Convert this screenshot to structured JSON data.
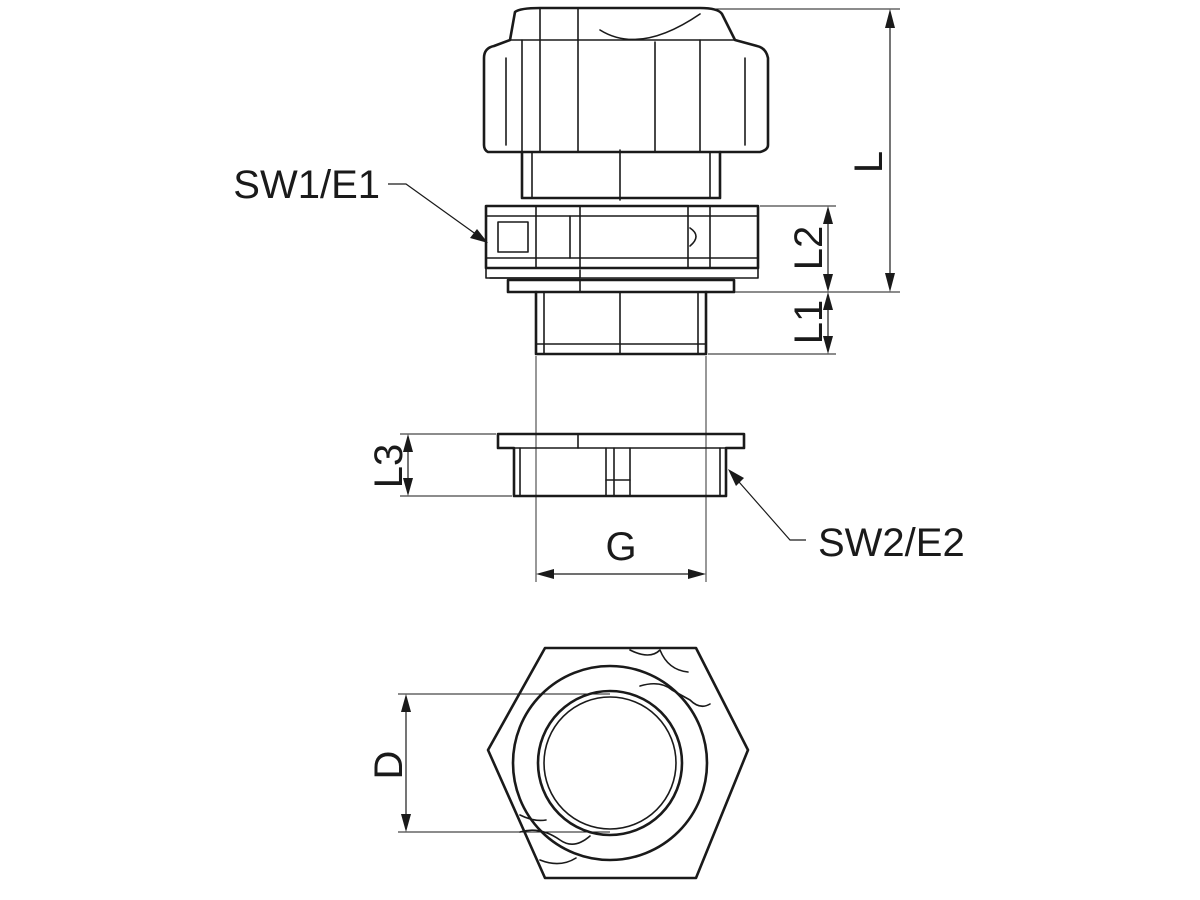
{
  "labels": {
    "sw1": "SW1/E1",
    "sw2": "SW2/E2",
    "L": "L",
    "L1": "L1",
    "L2": "L2",
    "L3": "L3",
    "G": "G",
    "D": "D"
  }
}
